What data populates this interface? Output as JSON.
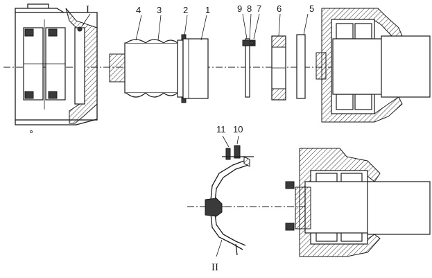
{
  "callouts": {
    "c1a": "1",
    "c2": "2",
    "c3": "3",
    "c4": "4",
    "c9": "9",
    "c8": "8",
    "c7": "7",
    "c6": "6",
    "c5": "5",
    "c11": "11",
    "c10": "10",
    "detail_I": "I",
    "detail_II": "II"
  },
  "colors": {
    "ink": "#1a1a1a",
    "paper": "#ffffff",
    "shade": "#3a3a3a"
  }
}
